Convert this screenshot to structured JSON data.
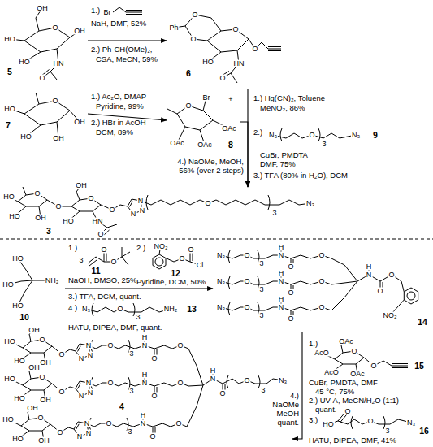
{
  "diagram": {
    "nodes": [
      {
        "text": [
          "5"
        ]
      },
      {
        "text": [
          "6"
        ]
      },
      {
        "text": [
          "7"
        ]
      },
      {
        "text": [
          "8"
        ]
      },
      {
        "text": [
          "9"
        ]
      },
      {
        "text": [
          "3"
        ]
      },
      {
        "text": [
          "10"
        ]
      },
      {
        "text": [
          "11"
        ]
      },
      {
        "text": [
          "12"
        ]
      },
      {
        "text": [
          "13"
        ]
      },
      {
        "text": [
          "14"
        ]
      },
      {
        "text": [
          "15"
        ]
      },
      {
        "text": [
          "16"
        ]
      },
      {
        "text": [
          "4"
        ]
      }
    ],
    "edges": [
      {
        "from": 0,
        "to": 1,
        "arrow": "to"
      },
      {
        "from": 2,
        "to": 3,
        "arrow": "to"
      },
      {
        "from": 1,
        "to": 5,
        "arrow": "to"
      },
      {
        "from": 3,
        "to": 5,
        "arrow": "to"
      },
      {
        "from": 6,
        "to": 10,
        "arrow": "to"
      },
      {
        "from": 10,
        "to": 13,
        "arrow": "to"
      }
    ],
    "labels": [
      "1.)",
      "Br",
      "NaH, DMF, 52%",
      "2.) Ph-CH(OMe)₂,",
      "CSA, MeCN, 59%",
      "1.) Ac₂O, DMAP",
      "Pyridine, 99%",
      "2.) HBr in AcOH",
      "DCM, 89%",
      "+",
      "1.) Hg(CN)₂, Toluene",
      "MeNO₂, 86%",
      "2.)",
      "CuBr, PMDTA",
      "DMF, 75%",
      "3.) TFA (80% in H₂O), DCM",
      "4.) NaOMe, MeOH,",
      "56% (over 2 steps)",
      "OH",
      "O",
      "OH",
      "HO",
      "HO",
      "HN",
      "O",
      "O",
      "O",
      "Ph",
      "O",
      "O",
      "HO",
      "HN",
      "O",
      "O",
      "OH",
      "HO",
      "HO",
      "OH",
      "Br",
      "O",
      "OAc",
      "OAc",
      "OAc",
      "N₃",
      "O",
      "3",
      "N₃",
      "O",
      "HO",
      "HO",
      "OH",
      "O",
      "O",
      "OH",
      "HO",
      "HN",
      "O",
      "O",
      "N",
      "N",
      "N",
      "O",
      "3",
      "N₃",
      "HO",
      "HO",
      "HO",
      "NH₂",
      "1.)",
      "3",
      "O",
      "O",
      "NaOH, DMSO, 25%",
      "2.)",
      "NO₂",
      "O",
      "O",
      "Cl",
      "Pyridine, DCM, 50%",
      "3.) TFA, DCM, quant.",
      "4.)",
      "N₃",
      "O",
      "3",
      "NH₂",
      "HATU, DIPEA, DMF, quant.",
      "N₃",
      "O",
      "3",
      "H",
      "N",
      "O",
      "O",
      "N₃",
      "O",
      "3",
      "H",
      "N",
      "O",
      "O",
      "N₃",
      "O",
      "3",
      "H",
      "N",
      "O",
      "O",
      "H",
      "N",
      "O",
      "O",
      "NO₂",
      "1.)",
      "OAc",
      "AcO",
      "AcO",
      "OAc",
      "O",
      "O",
      "CuBr, PMDTA, DMF",
      "45 °C, 75%",
      "2.) UV-A, MeCN/H₂O (1:1)",
      "quant.",
      "3.)",
      "HO",
      "O",
      "O",
      "3",
      "N₃",
      "HATU, DIPEA, DMF, 41%",
      "OH",
      "HO",
      "HO",
      "OH",
      "O",
      "O",
      "N",
      "N",
      "N",
      "O",
      "3",
      "H",
      "N",
      "O",
      "O",
      "OH",
      "HO",
      "HO",
      "OH",
      "O",
      "O",
      "N",
      "N",
      "N",
      "O",
      "3",
      "H",
      "N",
      "O",
      "O",
      "OH",
      "HO",
      "HO",
      "OH",
      "O",
      "O",
      "N",
      "N",
      "N",
      "O",
      "3",
      "H",
      "N",
      "O",
      "O",
      "H",
      "N",
      "O",
      "O",
      "3",
      "N₃",
      "4.)",
      "NaOMe",
      "MeOH",
      "quant."
    ]
  }
}
